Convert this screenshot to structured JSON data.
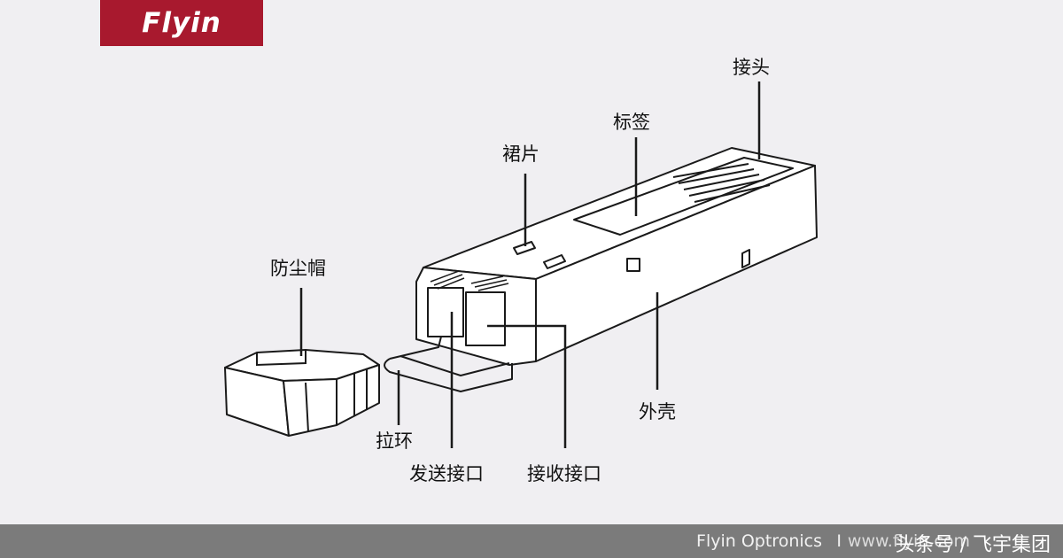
{
  "logo": {
    "text": "Flyin"
  },
  "labels": {
    "connector": "接头",
    "label_tag": "标签",
    "skirt": "裙片",
    "dust_cap": "防尘帽",
    "housing": "外壳",
    "pull_ring": "拉环",
    "tx_port": "发送接口",
    "rx_port": "接收接口"
  },
  "footer": {
    "brand": "Flyin Optronics",
    "separator": "I",
    "site": "www.flyin.com",
    "watermark": "头条号 / 飞宇集团"
  },
  "colors": {
    "logo_bg": "#a8192e",
    "footer_bg": "#7b7b7b",
    "background": "#f0eff2",
    "line": "#1a1a1a"
  }
}
